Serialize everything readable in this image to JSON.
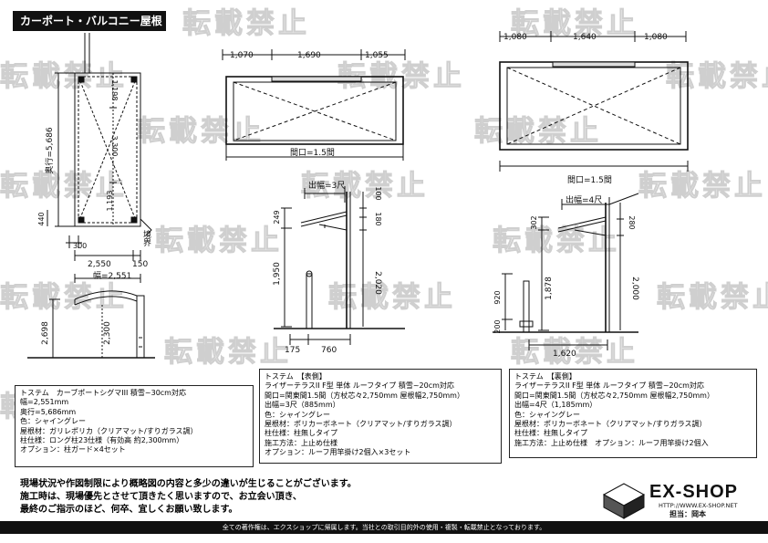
{
  "header": {
    "title": "カーポート・バルコニー屋根"
  },
  "watermark": {
    "text": "転載禁止"
  },
  "carport_plan": {
    "depth_label": "奥行=5,686",
    "top_segment": "1,198",
    "middle_segment": "3,300",
    "lower_segment": "1,193",
    "post_offset_v": "440",
    "post_offset_h": "300",
    "bottom_span": "2,550",
    "bottom_overhang": "150",
    "boundary_label": "境界"
  },
  "carport_side": {
    "width_label": "幅=2,551",
    "total_height": "2,698",
    "clear_height": "2,300"
  },
  "balcony_front_plan": {
    "dims": [
      "1,070",
      "1,690",
      "1,055"
    ],
    "opening_label": "間口=1.5間"
  },
  "balcony_front_side": {
    "projection_label": "出幅=3尺",
    "top_height": "249",
    "slope_height": "100",
    "mid_height": "180",
    "main_height": "1,950",
    "post_height": "2,020",
    "bottom_left": "175",
    "bottom_right": "760"
  },
  "balcony_rear_plan": {
    "dims": [
      "1,080",
      "1,640",
      "1,080"
    ],
    "opening_label": "間口=1.5間"
  },
  "balcony_rear_side": {
    "projection_label": "出幅=4尺",
    "top_height": "302",
    "mid_height": "280",
    "main_height": "1,878",
    "post_height": "2,000",
    "base_height": "920",
    "base_bottom": "200",
    "bottom_width": "1,620"
  },
  "spec_carport": {
    "lines": [
      "トステム　カーブポートシグマIII 積雪~30cm対応",
      "幅=2,551mm",
      "奥行=5,686mm",
      "色：シャイングレー",
      "屋根材：ガリレポリカ（クリアマット/すりガラス調）",
      "柱仕様：ロング柱23仕様（有効高 約2,300mm）",
      "オプション：柱ガード×4セット"
    ]
  },
  "spec_front": {
    "lines": [
      "トステム　【表側】",
      "ライザーテラスII F型 単体 ルーフタイプ 積雪~20cm対応",
      "間口=関東間1.5間（方杖芯々2,750mm 屋根幅2,750mm）",
      "出幅=3尺（885mm）",
      "色：シャイングレー",
      "屋根材：ポリカーボネート（クリアマット/すりガラス調）",
      "柱仕様：柱無しタイプ",
      "施工方法：上止め仕様",
      "オプション：ルーフ用竿掛け2個入×3セット"
    ]
  },
  "spec_rear": {
    "lines": [
      "トステム　【裏側】",
      "ライザーテラスII F型 単体 ルーフタイプ 積雪~20cm対応",
      "間口=関東間1.5間（方杖芯々2,750mm 屋根幅2,750mm）",
      "出幅=4尺（1,185mm）",
      "色：シャイングレー",
      "屋根材：ポリカーボネート（クリアマット/すりガラス調）",
      "柱仕様：柱無しタイプ",
      "施工方法：上止め仕様　オプション：ルーフ用竿掛け2個入"
    ]
  },
  "notice": {
    "lines": [
      "現場状況や作図制限により概略図の内容と多少の違いが生じることがございます。",
      "施工時は、現場優先とさせて頂きたく思いますので、お立会い頂き、",
      "最終のご指示のほど、何卒、宜しくお願い致します。"
    ]
  },
  "footer": {
    "text": "全ての著作権は、エクスショップに帰属します。当社との取引目的外の使用・複製・転載禁止となっております。"
  },
  "logo": {
    "name": "EX-SHOP",
    "url": "HTTP://WWW.EX-SHOP.NET",
    "staff": "担当：岡本"
  }
}
